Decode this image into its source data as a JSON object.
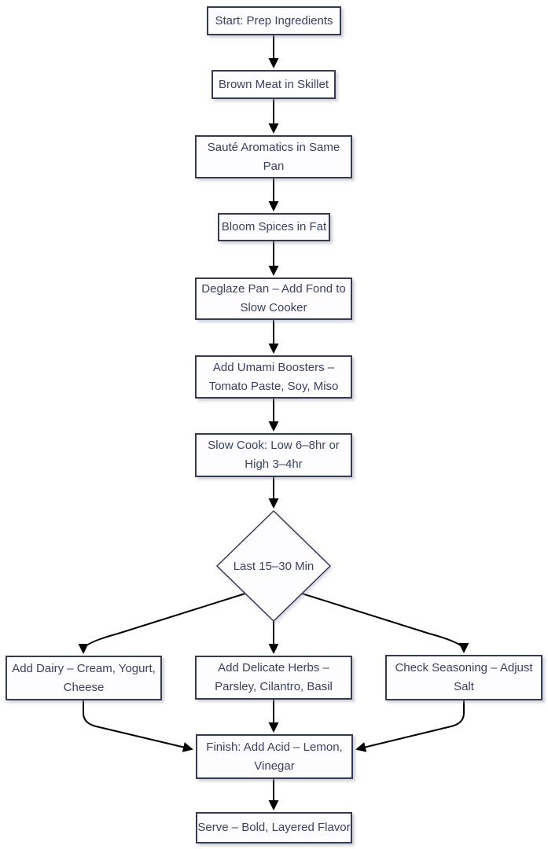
{
  "diagram": {
    "type": "flowchart",
    "direction": "top-down",
    "title": "",
    "colors": {
      "background": "#ffffff",
      "node_fill": "#fdfdff",
      "node_border": "#363b54",
      "node_text": "#3b4161",
      "arrow": "#000000",
      "shadow": "#a8a8b6"
    },
    "nodes": {
      "start": {
        "shape": "rect",
        "label": "Start: Prep Ingredients"
      },
      "brown": {
        "shape": "rect",
        "label": "Brown Meat in Skillet"
      },
      "saute": {
        "shape": "rect",
        "label": "Sauté Aromatics in Same\nPan"
      },
      "bloom": {
        "shape": "rect",
        "label": "Bloom Spices in Fat"
      },
      "deglaze": {
        "shape": "rect",
        "label": "Deglaze Pan – Add Fond to\nSlow Cooker"
      },
      "umami": {
        "shape": "rect",
        "label": "Add Umami Boosters –\nTomato Paste, Soy, Miso"
      },
      "slow_cook": {
        "shape": "rect",
        "label": "Slow Cook: Low 6–8hr or\nHigh 3–4hr"
      },
      "decision": {
        "shape": "diamond",
        "label": "Last 15–30 Min"
      },
      "dairy": {
        "shape": "rect",
        "label": "Add Dairy – Cream, Yogurt,\nCheese"
      },
      "herbs": {
        "shape": "rect",
        "label": "Add Delicate Herbs –\nParsley, Cilantro, Basil"
      },
      "seasoning": {
        "shape": "rect",
        "label": "Check Seasoning – Adjust\nSalt"
      },
      "finish": {
        "shape": "rect",
        "label": "Finish: Add Acid – Lemon,\nVinegar"
      },
      "serve": {
        "shape": "rect",
        "label": "Serve – Bold, Layered Flavor"
      }
    },
    "edges": [
      {
        "from": "start",
        "to": "brown"
      },
      {
        "from": "brown",
        "to": "saute"
      },
      {
        "from": "saute",
        "to": "bloom"
      },
      {
        "from": "bloom",
        "to": "deglaze"
      },
      {
        "from": "deglaze",
        "to": "umami"
      },
      {
        "from": "umami",
        "to": "slow_cook"
      },
      {
        "from": "slow_cook",
        "to": "decision"
      },
      {
        "from": "decision",
        "to": "dairy"
      },
      {
        "from": "decision",
        "to": "herbs"
      },
      {
        "from": "decision",
        "to": "seasoning"
      },
      {
        "from": "dairy",
        "to": "finish"
      },
      {
        "from": "herbs",
        "to": "finish"
      },
      {
        "from": "seasoning",
        "to": "finish"
      },
      {
        "from": "finish",
        "to": "serve"
      }
    ]
  }
}
